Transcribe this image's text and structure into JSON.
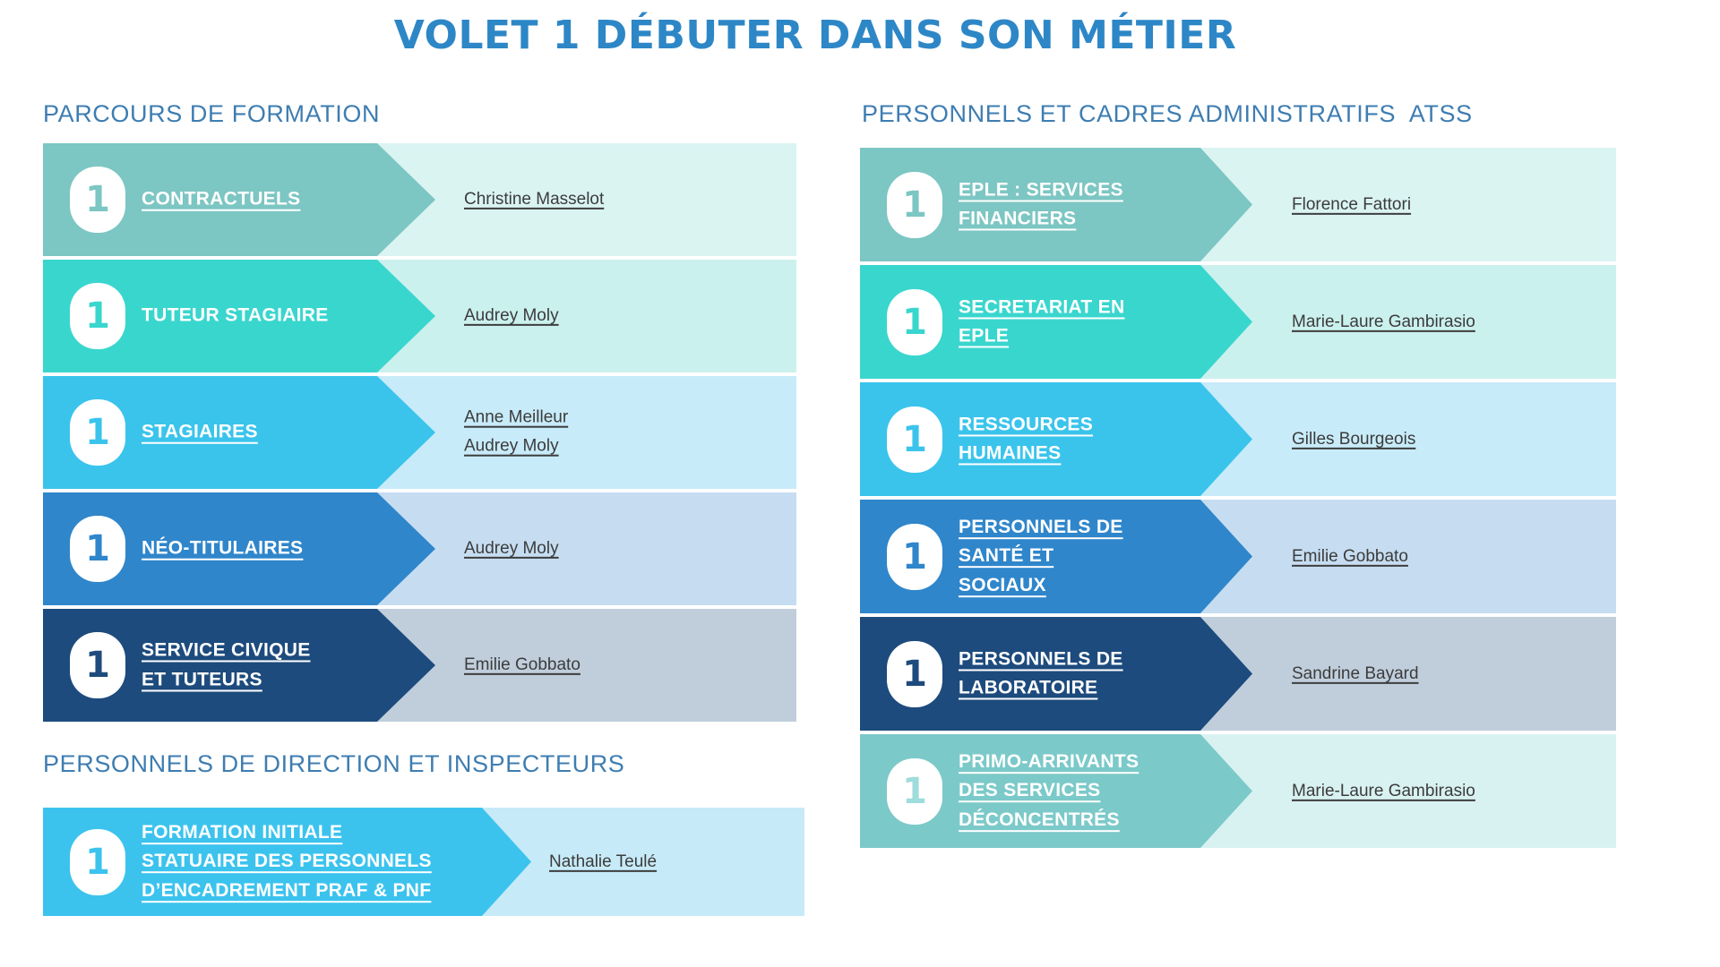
{
  "title": {
    "text": "VOLET 1 DÉBUTER DANS SON MÉTIER",
    "color": "#2D87C6"
  },
  "header_color": "#3E7DB1",
  "name_text_color": "#3C3C3C",
  "sections": [
    {
      "header": "PARCOURS DE FORMATION",
      "rows": [
        {
          "number": "1",
          "label": "CONTRACTUELS",
          "label_underlined": true,
          "names": "Christine Masselot",
          "color": "#7CC6C3",
          "light_color": "#DAF4F2",
          "badge_number_color": "#7CC6C3"
        },
        {
          "number": "1",
          "label": "TUTEUR STAGIAIRE",
          "label_underlined": false,
          "names": "Audrey Moly",
          "color": "#39D6CE",
          "light_color": "#CBF1EE",
          "badge_number_color": "#39D6CE"
        },
        {
          "number": "1",
          "label": "STAGIAIRES",
          "label_underlined": true,
          "names": "Anne Meilleur\nAudrey Moly",
          "color": "#3AC4EC",
          "light_color": "#C8EBF9",
          "badge_number_color": "#3AC4EC"
        },
        {
          "number": "1",
          "label": "NÉO-TITULAIRES",
          "label_underlined": true,
          "names": "Audrey Moly",
          "color": "#2F86CB",
          "light_color": "#C6DDF1",
          "badge_number_color": "#2F86CB"
        },
        {
          "number": "1",
          "label": "SERVICE CIVIQUE\nET TUTEURS",
          "label_underlined": true,
          "names": "Emilie Gobbato",
          "color": "#1D4B7D",
          "light_color": "#C0CEDC",
          "badge_number_color": "#1D4B7D"
        }
      ]
    },
    {
      "header": "PERSONNELS DE DIRECTION ET INSPECTEURS",
      "rows": [
        {
          "number": "1",
          "label": "FORMATION INITIALE\nSTATUAIRE DES PERSONNELS\nD’ENCADREMENT PRAF & PNF",
          "label_underlined": true,
          "names": "Nathalie Teulé",
          "color": "#3BC3EE",
          "light_color": "#C7EAF8",
          "badge_number_color": "#3BC3EE"
        }
      ]
    },
    {
      "header": "PERSONNELS ET CADRES ADMINISTRATIFS  ATSS",
      "rows": [
        {
          "number": "1",
          "label": "EPLE : SERVICES\nFINANCIERS",
          "label_underlined": true,
          "names": "Florence Fattori",
          "color": "#7CC6C3",
          "light_color": "#DAF4F2",
          "badge_number_color": "#7CC6C3"
        },
        {
          "number": "1",
          "label": "SECRETARIAT EN\nEPLE",
          "label_underlined": true,
          "names": "Marie-Laure Gambirasio",
          "color": "#39D6CE",
          "light_color": "#CBF1EE",
          "badge_number_color": "#39D6CE"
        },
        {
          "number": "1",
          "label": "RESSOURCES\nHUMAINES",
          "label_underlined": true,
          "names": "Gilles Bourgeois",
          "color": "#3AC4EC",
          "light_color": "#C8EBF9",
          "badge_number_color": "#3AC4EC"
        },
        {
          "number": "1",
          "label": "PERSONNELS DE\nSANTÉ ET\nSOCIAUX",
          "label_underlined": true,
          "names": "Emilie Gobbato",
          "color": "#2F86CB",
          "light_color": "#C6DDF1",
          "badge_number_color": "#2F86CB"
        },
        {
          "number": "1",
          "label": "PERSONNELS DE\nLABORATOIRE",
          "label_underlined": true,
          "names": "Sandrine Bayard",
          "color": "#1D4B7D",
          "light_color": "#C0CEDC",
          "badge_number_color": "#1D4B7D"
        },
        {
          "number": "1",
          "label": "PRIMO-ARRIVANTS\nDES SERVICES\nDÉCONCENTRÉS",
          "label_underlined": true,
          "names": "Marie-Laure Gambirasio",
          "color": "#7CC9C9",
          "light_color": "#D8F2F1",
          "badge_number_color": "#9FDCDC"
        }
      ]
    }
  ]
}
